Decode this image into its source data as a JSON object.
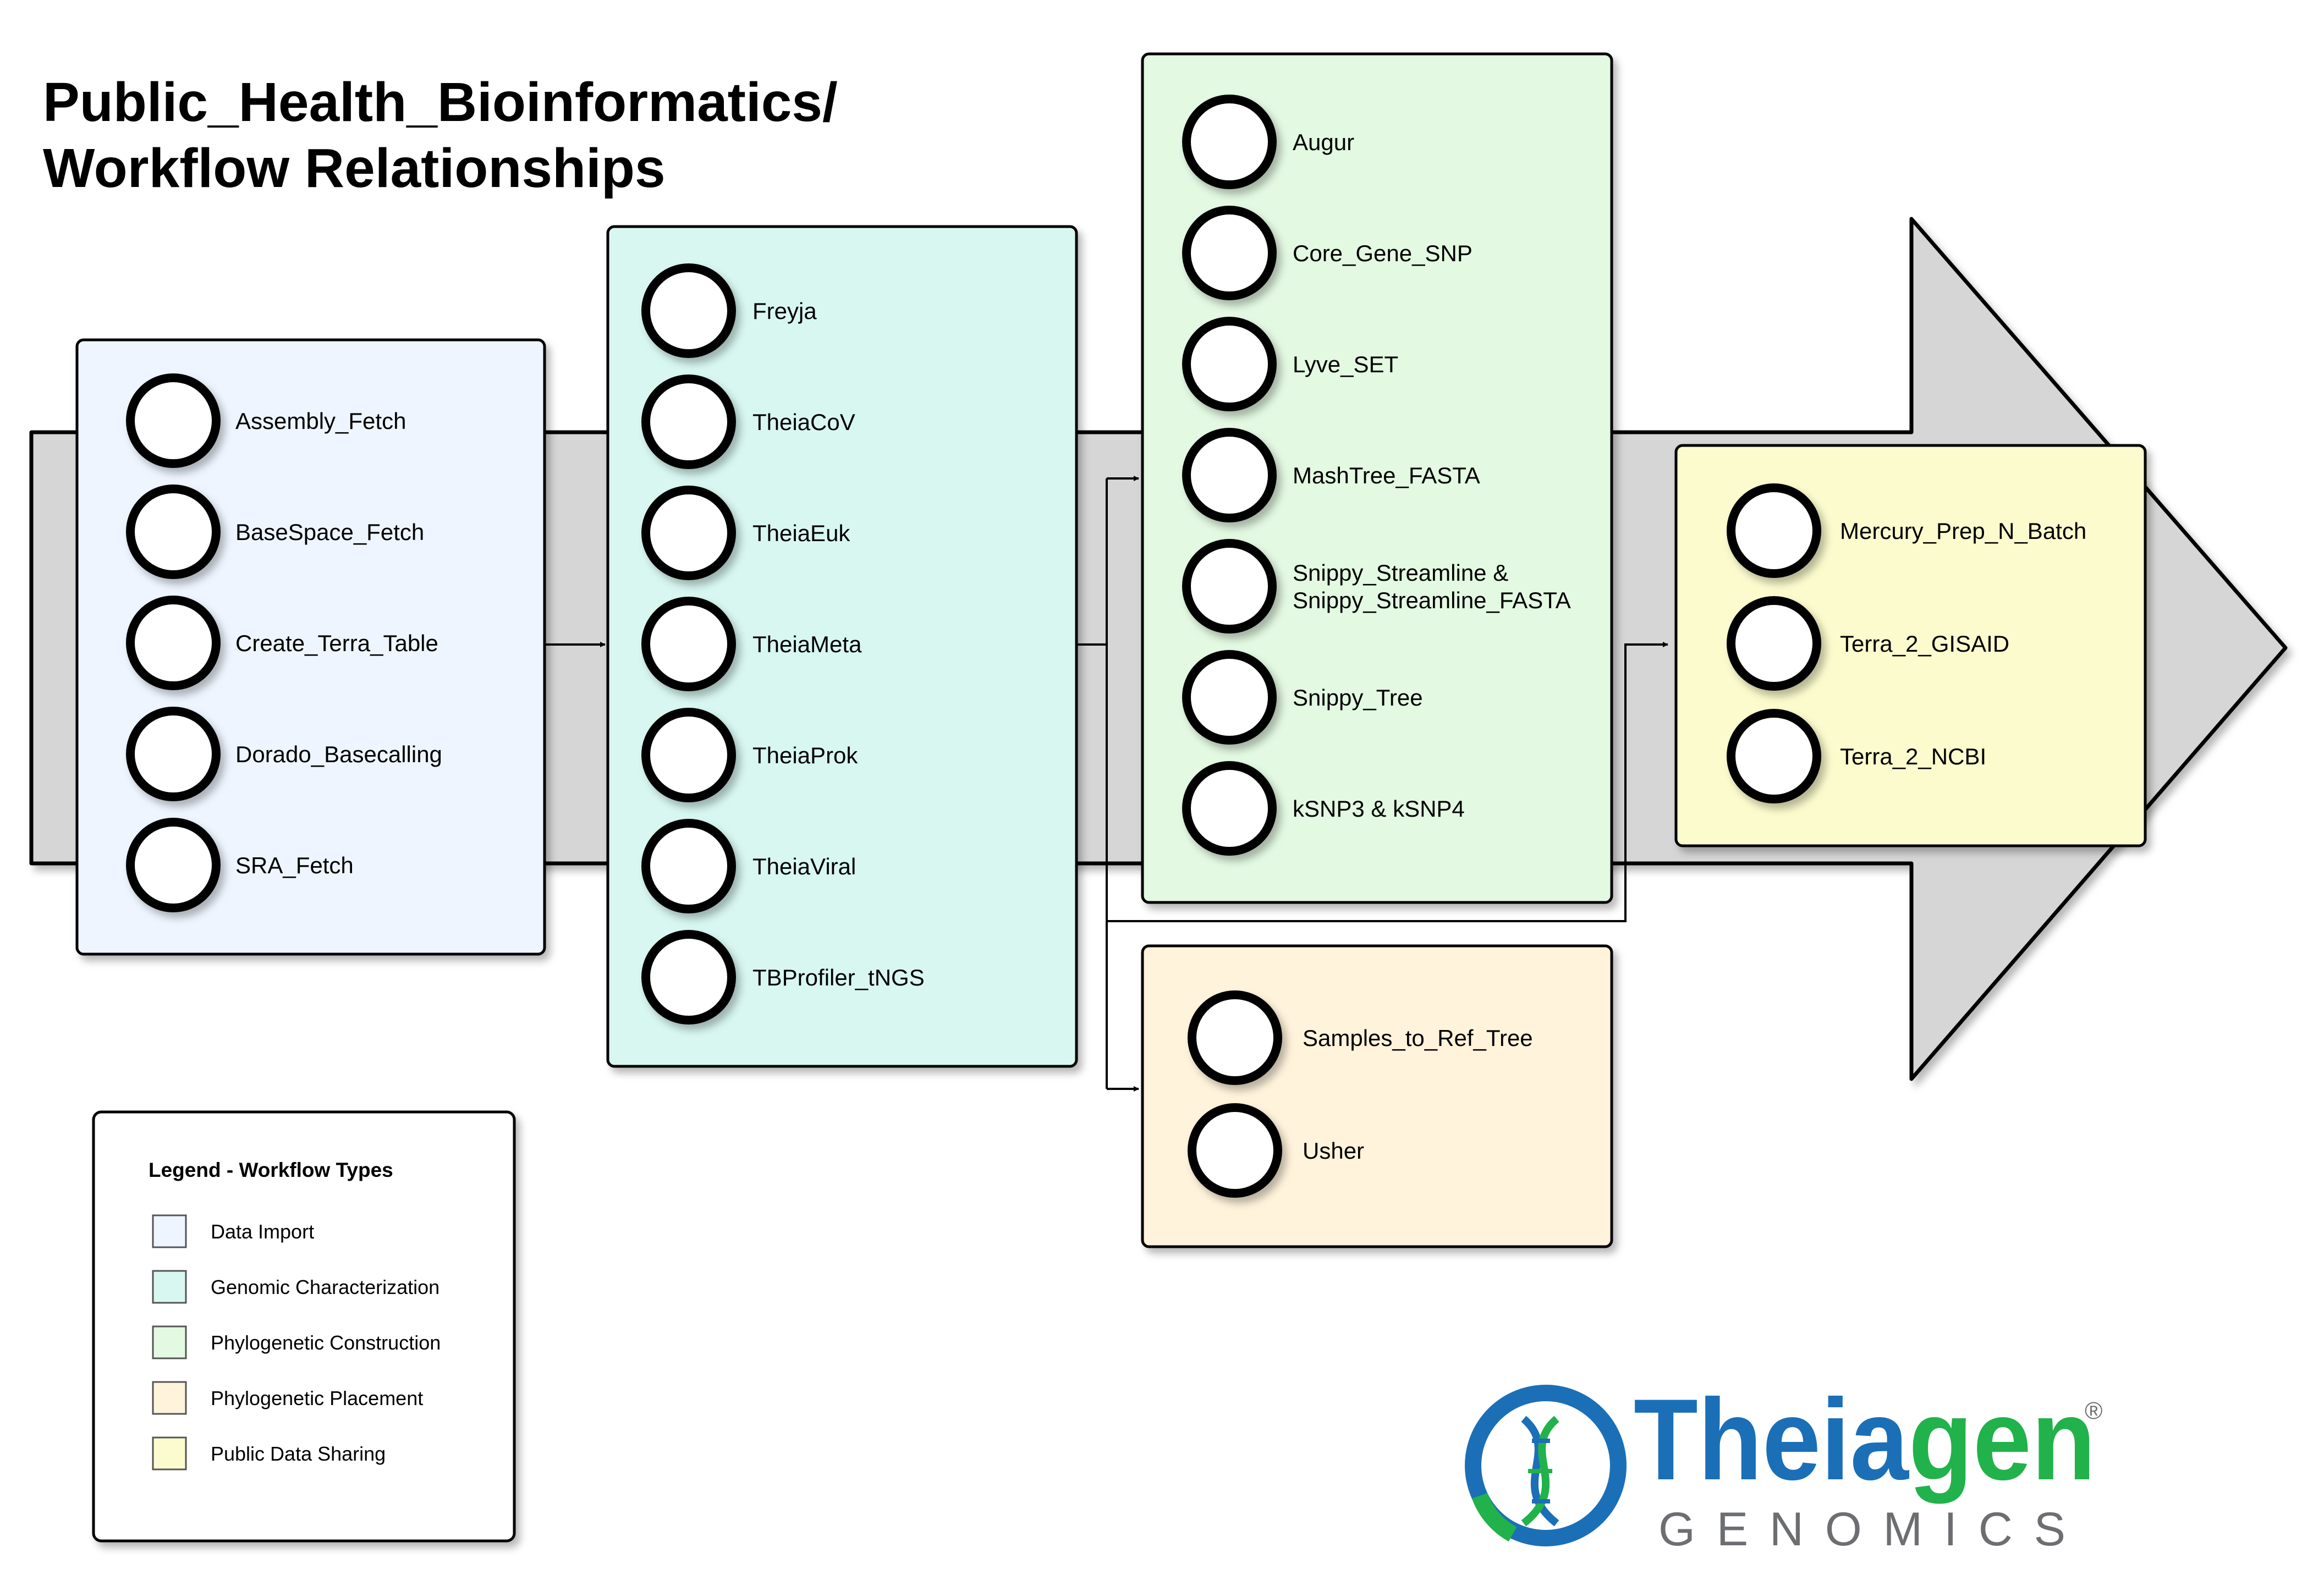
{
  "title": [
    "Public_Health_Bioinformatics/",
    "Workflow Relationships"
  ],
  "colors": {
    "data_import": "#eef5ff",
    "genomic_characterization": "#d8f7f1",
    "phylogenetic_construction": "#e3f9e2",
    "phylogenetic_placement": "#fff3db",
    "public_data_sharing": "#fbfbcd",
    "arrow_fill": "#d6d6d6",
    "logo_blue": "#1b6fb7",
    "logo_green": "#21b24b",
    "logo_gray": "#6d6e71"
  },
  "groups": [
    {
      "type": "data_import",
      "items": [
        "Assembly_Fetch",
        "BaseSpace_Fetch",
        "Create_Terra_Table",
        "Dorado_Basecalling",
        "SRA_Fetch"
      ]
    },
    {
      "type": "genomic_characterization",
      "items": [
        "Freyja",
        "TheiaCoV",
        "TheiaEuk",
        "TheiaMeta",
        "TheiaProk",
        "TheiaViral",
        "TBProfiler_tNGS"
      ]
    },
    {
      "type": "phylogenetic_construction",
      "items": [
        "Augur",
        "Core_Gene_SNP",
        "Lyve_SET",
        "MashTree_FASTA",
        [
          "Snippy_Streamline &",
          "Snippy_Streamline_FASTA"
        ],
        "Snippy_Tree",
        "kSNP3 & kSNP4"
      ]
    },
    {
      "type": "phylogenetic_placement",
      "items": [
        "Samples_to_Ref_Tree",
        "Usher"
      ]
    },
    {
      "type": "public_data_sharing",
      "items": [
        "Mercury_Prep_N_Batch",
        "Terra_2_GISAID",
        "Terra_2_NCBI"
      ]
    }
  ],
  "legend": {
    "title": "Legend - Workflow Types",
    "items": [
      {
        "label": "Data Import",
        "type": "data_import"
      },
      {
        "label": "Genomic Characterization",
        "type": "genomic_characterization"
      },
      {
        "label": "Phylogenetic Construction",
        "type": "phylogenetic_construction"
      },
      {
        "label": "Phylogenetic Placement",
        "type": "phylogenetic_placement"
      },
      {
        "label": "Public Data Sharing",
        "type": "public_data_sharing"
      }
    ]
  },
  "logo": {
    "name": "Theiagen",
    "sub": "GENOMICS",
    "mark": "registered-mark-icon",
    "mark_symbol": "®"
  }
}
